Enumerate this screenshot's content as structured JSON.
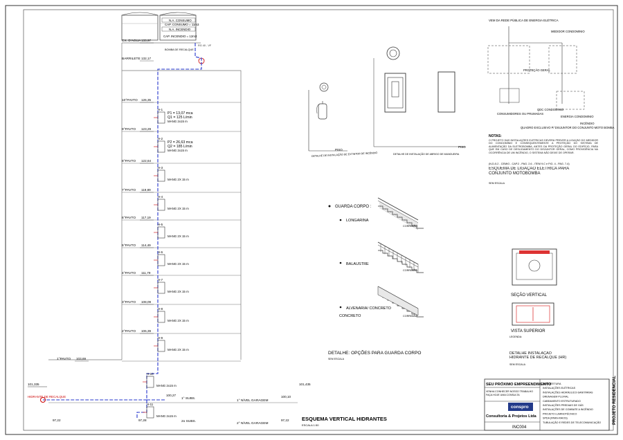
{
  "tanks": {
    "consumption": "N.A. CONSUMO",
    "cap_consumption": "CAP. CONSUMO = 11m3",
    "fire": "N.A. INCENDIO",
    "cap_fire": "CAP. INCENDIO = 12m3",
    "bomb_label": "BOMBA DE RECALQUE",
    "valve_label": "RG 40 - VF"
  },
  "riser": {
    "ground_label": "HIDRANTE DE RECALQUE",
    "sub_elev": "101,335",
    "sub_elev_right": "101,435",
    "floors": [
      {
        "name": "CX. D'AGUA",
        "elev": "133,97"
      },
      {
        "name": "BARRILETE",
        "elev": "132,17"
      },
      {
        "name": "10°PAVTO",
        "elev": "126,35"
      },
      {
        "name": "9°PAVTO",
        "elev": "123,29"
      },
      {
        "name": "8°PAVTO",
        "elev": "122,64"
      },
      {
        "name": "7°PAVTO",
        "elev": "119,89"
      },
      {
        "name": "6°PAVTO",
        "elev": "117,19"
      },
      {
        "name": "5°PAVTO",
        "elev": "114,49"
      },
      {
        "name": "4°PAVTO",
        "elev": "111,79"
      },
      {
        "name": "3°PAVTO",
        "elev": "108,09"
      },
      {
        "name": "2°PAVTO",
        "elev": "106,39"
      },
      {
        "name": "1°PAVTO",
        "elev": "103,69"
      }
    ],
    "hydrants": [
      {
        "id": "H-1",
        "text": "P1 = 13,07 mca",
        "text2": "Q1 = 125 L/min",
        "mang": "MANG 2x15 m"
      },
      {
        "id": "H-2",
        "text": "P2 = 26,63 mca",
        "text2": "Q2 = 185 L/min",
        "mang": "MANG 2x15 m"
      },
      {
        "id": "H-3",
        "mang": "MANG 2X 15 m"
      },
      {
        "id": "H-4",
        "mang": "MANG 2X 15 m"
      },
      {
        "id": "H-5",
        "mang": "MANG 2X 15 m"
      },
      {
        "id": "H-6",
        "mang": "MANG 2X 15 m"
      },
      {
        "id": "H-7",
        "mang": "MANG 2X 15 m"
      },
      {
        "id": "H-8",
        "mang": "MANG 2X 15 m"
      },
      {
        "id": "H-9",
        "mang": "MANG 2X 15 m"
      },
      {
        "id": "H-10",
        "mang": "MANG 2x15 m"
      },
      {
        "id": "H-11",
        "mang": "MANG 2x15 m"
      }
    ],
    "garage1": "1° NÍVEL GARAGEM",
    "garage2": "2° NÍVEL GARAGEM",
    "subs1": "1° SUBS.",
    "subs2": "2o SUBS.",
    "g1_elev": "100,27",
    "g1_elev_r": "100,10",
    "g2_elev": "97,22",
    "g2_elev_mid": "97,28",
    "g2_elev_r": "97,22",
    "title": "ESQUEMA VERTICAL HIDRANTES",
    "scale": "ESCALA 1:50"
  },
  "extinguisher": {
    "title": "DETALHE DE INSTALAÇÃO DE EXTINTOR DE INCÊNDIO",
    "floor": "PISO"
  },
  "cabinet": {
    "title": "DETALHE DE INSTALAÇÃO DE ABRIGO DE MANGUEIRA",
    "floor": "PISO"
  },
  "electric": {
    "grid_label": "VEM DA REDE PÚBLICA DE ENERGIA ELÉTRICA",
    "meter_label": "MEDIDOR CONDOMINIO",
    "protection": "PROTEÇÃO GERAL",
    "consumers": "CONSUMIDORES OU PRUMADAS",
    "qdc": "QDC CONDOMINIO",
    "emergency": "ENERGIA CONDOMINIO",
    "fire": "INCÊNDIO",
    "panel": "QUADRO EXCLUSIVO P/ DISJUNTOR DO CONJUNTO MOTO BOMBA",
    "notes_title": "NOTAS:",
    "notes": "O PROJETO DAS INSTALAÇÕES ELÉTRICAS DEVERÁ PREVER A LIGAÇÃO DO MEDIDOR DO CONDOMÍNIO E CONSEQUENTEMENTE A PROTEÇÃO DO SISTEMA DE ALIMENTAÇÃO DA ELETROBOMBA, ANTES DA PROTEÇÃO GERAL DO EDIFÍCIO, PARA QUE EM CASO DE DESLIGAMENTO DO DISJUNTOR GERAL, COMO PROVIDÊNCIA NA OCORRÊNCIA DE UM INCÊNDIO, O SISTEMA NÃO DEIXE DE OPERAR.",
    "ref": "(N.D-5.2 - CEMIG - CAP.2 - PAG. 2.6 - ITEM 9.C e FIG. 4 - PAG. 7-4)",
    "title": "ESQUEMA DE LIGAÇÃO ELETRICA PARA CONJUNTO MOTOBOMBA",
    "scale": "SEM ESCALA"
  },
  "guard": {
    "title": "GUARDA CORPO :",
    "opt1": "LONGARINA",
    "opt2": "BALAUSTRE",
    "opt3": "ALVENARIA/ CONCRETO",
    "corrimao": "CORRIMÃO",
    "detail": "DETALHE: OPÇÕES PARA GUARDA CORPO",
    "scale": "SEM ESCALA"
  },
  "recalque": {
    "sec": "SEÇÃO VERTICAL",
    "top": "VISTA SUPERIOR",
    "title": "DETALHE INSTALAÇÃO HIDRANTE DE RECALQUE (HR)",
    "scale": "SEM ESCALA",
    "legend": "LEGENDA:"
  },
  "titleblock": {
    "project": "SEU PRÓXIMO EMPREENDIMENTO",
    "sub1": "VENHA CONHECER NOSSO TRABALHO",
    "sub2": "FAÇA HOJE UMA CONSULTA",
    "company": "Consultoria & Projetos Ltda",
    "logo": "conspro",
    "code": "INC004",
    "side": "PROJETO RESIDENCIAL",
    "items": [
      "ARQUITETURA",
      "INSTALAÇÕES ELÉTRICAS",
      "INSTALAÇÕES HIDRÁULICO-SANITÁRIAS",
      "DRENAGEM PLUVIAL",
      "CABEAMENTO ESTRUTURADO",
      "INSTALAÇÕES PREDIAIS DE GÁS",
      "INSTALAÇÕES DE COMBATE A INCÊNDIO",
      "PROJETO LUMINOTÉCNICO",
      "SPDA (PARA-RAIOS)",
      "TUBULAÇÃO E REDES DE TELECOMUNICAÇÃO"
    ]
  }
}
